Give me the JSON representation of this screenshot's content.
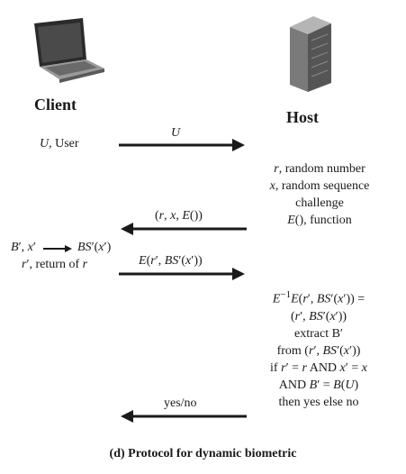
{
  "client": {
    "title": "Client",
    "icon": "laptop-icon"
  },
  "host": {
    "title": "Host",
    "icon": "server-icon"
  },
  "left_notes": {
    "user": "U, User",
    "bprime_left": "B′, x′",
    "bprime_right": "BS′(x′)",
    "rprime": "r′, return of r"
  },
  "arrows": {
    "a1": "U",
    "a2": "(r, x, E())",
    "a3": "E(r′, BS′(x′))",
    "a4": "yes/no"
  },
  "host_notes_1": [
    "r, random number",
    "x, random sequence",
    "challenge",
    "E(), function"
  ],
  "host_notes_2": [
    "E−1E(r′, BS′(x′)) =",
    "(r′, BS′(x′))",
    "extract B′",
    "from (r′, BS′(x′))",
    "if r′ = r AND x′ = x",
    "AND B′ = B(U)",
    "then yes else no"
  ],
  "caption": "(d) Protocol for dynamic biometric",
  "colors": {
    "ink": "#1a1a1a",
    "laptop_dark": "#2b2b2b",
    "server_body": "#8a8a8a"
  }
}
